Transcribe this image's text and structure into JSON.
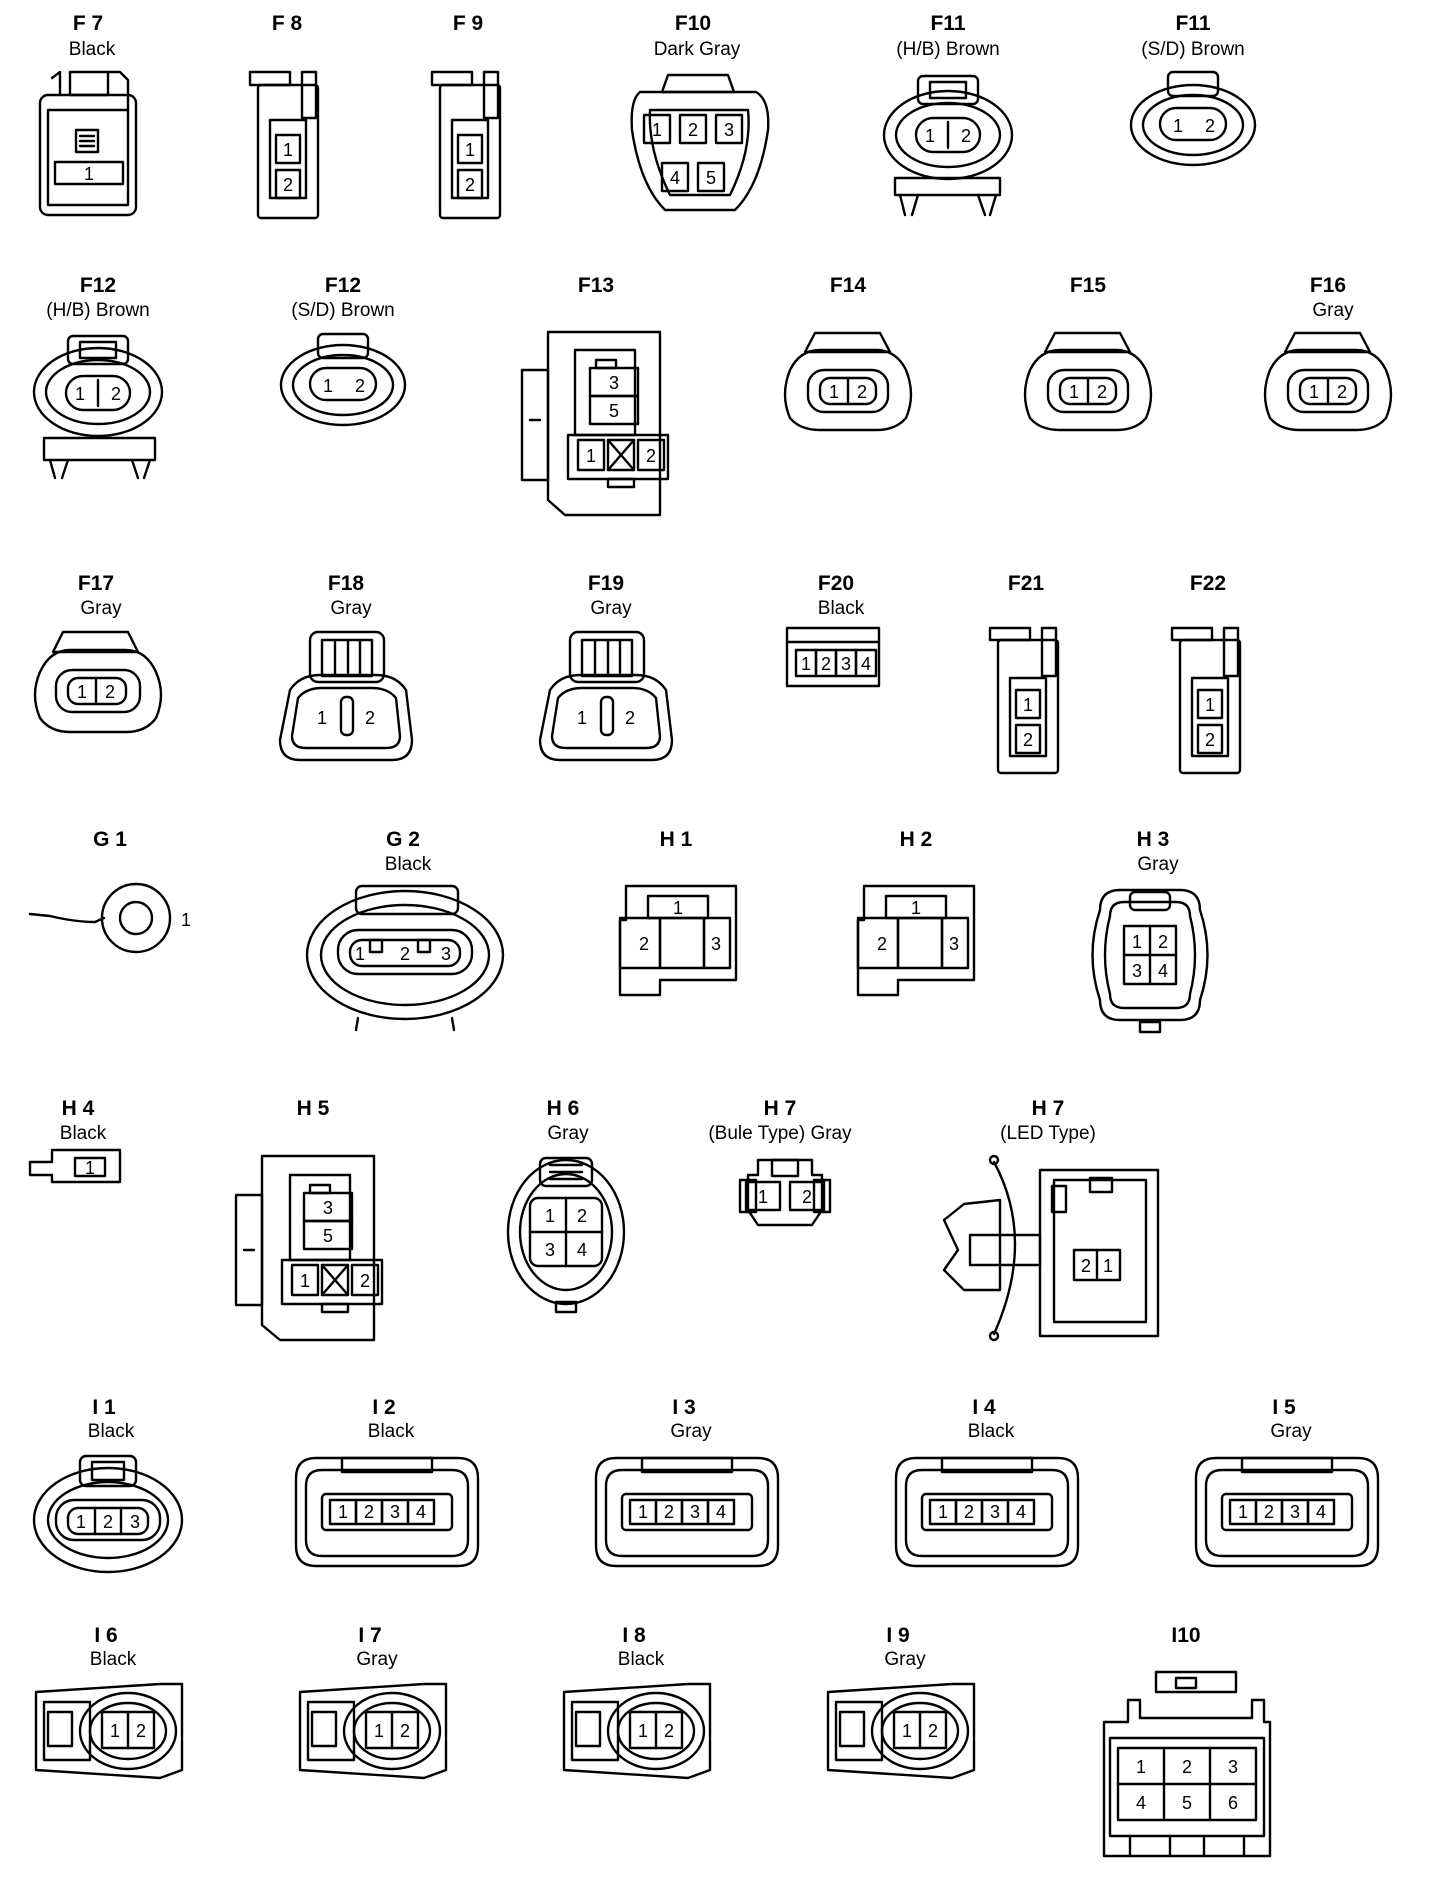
{
  "connectors": [
    {
      "id": "F 7",
      "color": "Black",
      "pins": [
        "1"
      ]
    },
    {
      "id": "F 8",
      "color": "",
      "pins": [
        "1",
        "2"
      ]
    },
    {
      "id": "F 9",
      "color": "",
      "pins": [
        "1",
        "2"
      ]
    },
    {
      "id": "F10",
      "color": "Dark Gray",
      "pins": [
        "1",
        "2",
        "3",
        "4",
        "5"
      ]
    },
    {
      "id": "F11",
      "color": "(H/B)  Brown",
      "pins": [
        "1",
        "2"
      ]
    },
    {
      "id": "F11",
      "color": "(S/D)  Brown",
      "pins": [
        "1",
        "2"
      ]
    },
    {
      "id": "F12",
      "color": "(H/B)  Brown",
      "pins": [
        "1",
        "2"
      ]
    },
    {
      "id": "F12",
      "color": "(S/D)  Brown",
      "pins": [
        "1",
        "2"
      ]
    },
    {
      "id": "F13",
      "color": "",
      "pins": [
        "3",
        "5",
        "1",
        "2"
      ]
    },
    {
      "id": "F14",
      "color": "",
      "pins": [
        "1",
        "2"
      ]
    },
    {
      "id": "F15",
      "color": "",
      "pins": [
        "1",
        "2"
      ]
    },
    {
      "id": "F16",
      "color": "Gray",
      "pins": [
        "1",
        "2"
      ]
    },
    {
      "id": "F17",
      "color": "Gray",
      "pins": [
        "1",
        "2"
      ]
    },
    {
      "id": "F18",
      "color": "Gray",
      "pins": [
        "1",
        "2"
      ]
    },
    {
      "id": "F19",
      "color": "Gray",
      "pins": [
        "1",
        "2"
      ]
    },
    {
      "id": "F20",
      "color": "Black",
      "pins": [
        "1",
        "2",
        "3",
        "4"
      ]
    },
    {
      "id": "F21",
      "color": "",
      "pins": [
        "1",
        "2"
      ]
    },
    {
      "id": "F22",
      "color": "",
      "pins": [
        "1",
        "2"
      ]
    },
    {
      "id": "G 1",
      "color": "",
      "pins": [
        "1"
      ]
    },
    {
      "id": "G 2",
      "color": "Black",
      "pins": [
        "1",
        "2",
        "3"
      ]
    },
    {
      "id": "H 1",
      "color": "",
      "pins": [
        "1",
        "2",
        "3"
      ]
    },
    {
      "id": "H 2",
      "color": "",
      "pins": [
        "1",
        "2",
        "3"
      ]
    },
    {
      "id": "H 3",
      "color": "Gray",
      "pins": [
        "1",
        "2",
        "3",
        "4"
      ]
    },
    {
      "id": "H 4",
      "color": "Black",
      "pins": [
        "1"
      ]
    },
    {
      "id": "H 5",
      "color": "",
      "pins": [
        "3",
        "5",
        "1",
        "2"
      ]
    },
    {
      "id": "H 6",
      "color": "Gray",
      "pins": [
        "1",
        "2",
        "3",
        "4"
      ]
    },
    {
      "id": "H 7",
      "color": "(Bule Type)  Gray",
      "pins": [
        "1",
        "2"
      ]
    },
    {
      "id": "H 7",
      "color": "(LED Type)",
      "pins": [
        "2",
        "1"
      ]
    },
    {
      "id": "I 1",
      "color": "Black",
      "pins": [
        "1",
        "2",
        "3"
      ]
    },
    {
      "id": "I 2",
      "color": "Black",
      "pins": [
        "1",
        "2",
        "3",
        "4"
      ]
    },
    {
      "id": "I 3",
      "color": "Gray",
      "pins": [
        "1",
        "2",
        "3",
        "4"
      ]
    },
    {
      "id": "I 4",
      "color": "Black",
      "pins": [
        "1",
        "2",
        "3",
        "4"
      ]
    },
    {
      "id": "I 5",
      "color": "Gray",
      "pins": [
        "1",
        "2",
        "3",
        "4"
      ]
    },
    {
      "id": "I 6",
      "color": "Black",
      "pins": [
        "1",
        "2"
      ]
    },
    {
      "id": "I 7",
      "color": "Gray",
      "pins": [
        "1",
        "2"
      ]
    },
    {
      "id": "I 8",
      "color": "Black",
      "pins": [
        "1",
        "2"
      ]
    },
    {
      "id": "I 9",
      "color": "Gray",
      "pins": [
        "1",
        "2"
      ]
    },
    {
      "id": "I10",
      "color": "",
      "pins": [
        "1",
        "2",
        "3",
        "4",
        "5",
        "6"
      ]
    }
  ]
}
